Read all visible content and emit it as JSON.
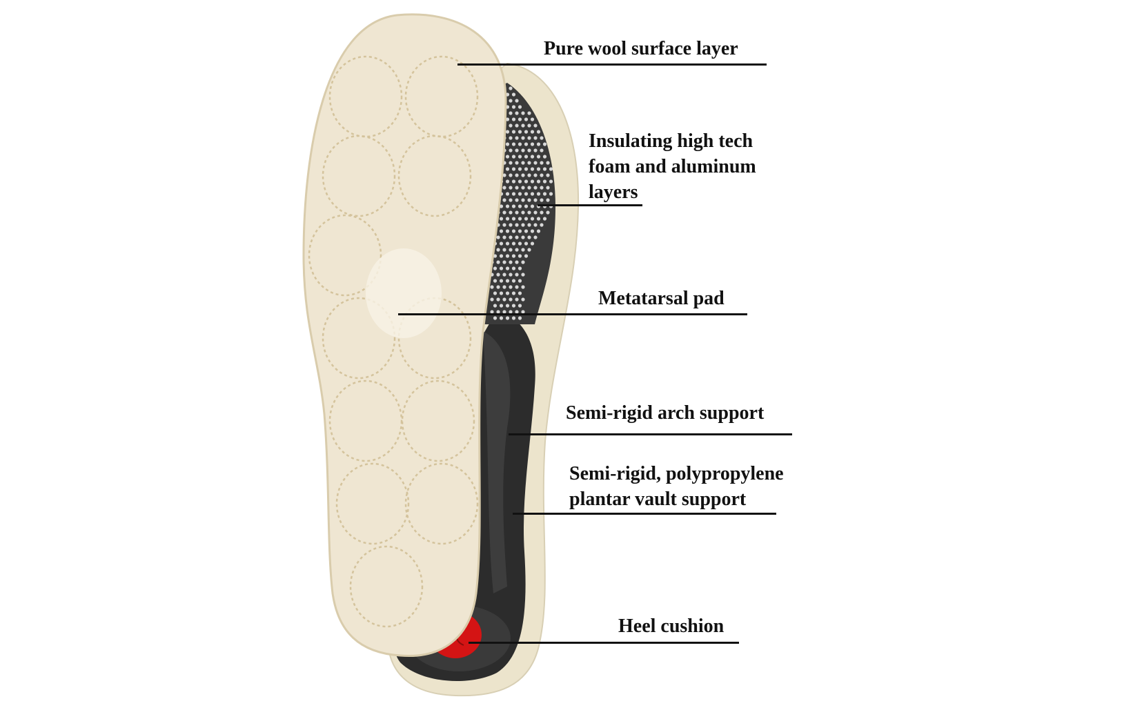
{
  "labels": {
    "wool": "Pure wool surface layer",
    "insulating": [
      "Insulating high tech",
      "foam and aluminum",
      "layers"
    ],
    "metatarsal": "Metatarsal pad",
    "arch": "Semi-rigid arch support",
    "plantar": [
      "Semi-rigid, polypropylene",
      "plantar vault support"
    ],
    "heel": "Heel cushion"
  },
  "colors": {
    "wool": "#efe6d2",
    "stitch": "#d4c39c",
    "shell": "#2a2a2a",
    "rim": "#ece4cc",
    "heel_cushion": "#d41414",
    "text": "#111111"
  }
}
